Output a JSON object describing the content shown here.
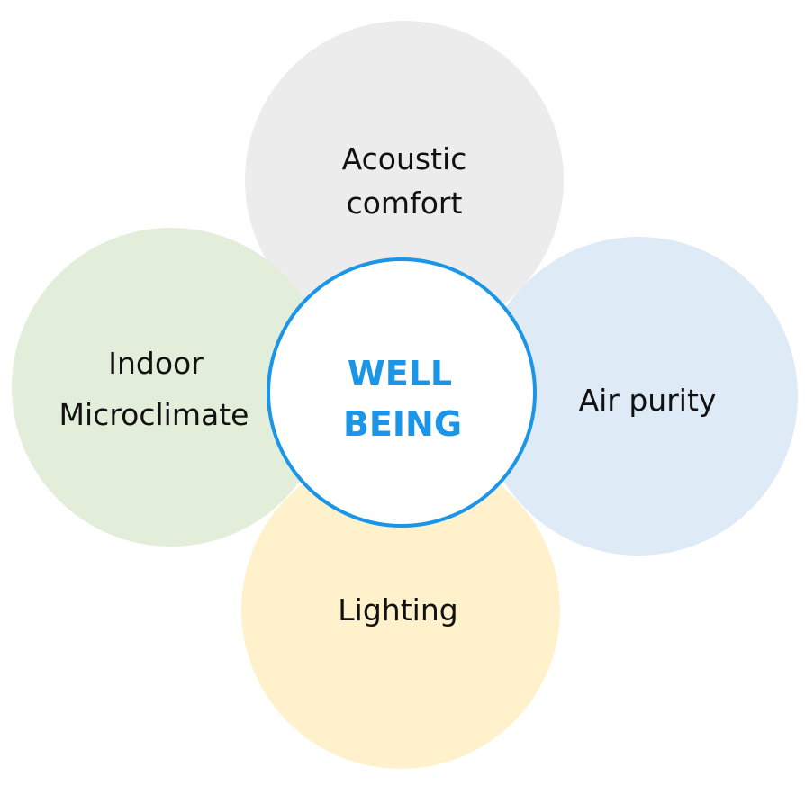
{
  "diagram": {
    "center": {
      "line1": "WELL",
      "line2": "BEING",
      "color": "#1b95e8"
    },
    "petals": {
      "acoustic": {
        "line1": "Acoustic",
        "line2": "comfort",
        "color": "#ececec"
      },
      "indoor": {
        "line1": "Indoor",
        "line2": "Microclimate",
        "color": "#e2eed9"
      },
      "air": {
        "label": "Air purity",
        "color": "#deeaf6"
      },
      "lighting": {
        "label": "Lighting",
        "color": "#fef1cc"
      }
    }
  }
}
